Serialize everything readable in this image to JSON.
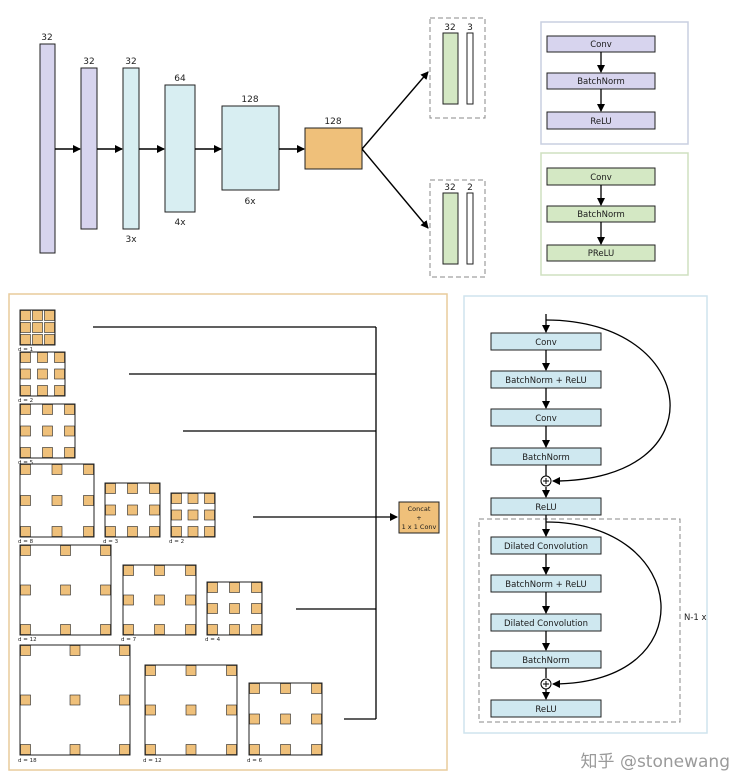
{
  "encoder": {
    "columns": [
      {
        "top": "32"
      },
      {
        "top": "32"
      },
      {
        "top": "32",
        "bottom": "3x"
      },
      {
        "top": "64",
        "bottom": "4x"
      },
      {
        "top": "128",
        "bottom": "6x"
      },
      {
        "top": "128"
      }
    ]
  },
  "heads": {
    "upper": {
      "a": "32",
      "b": "3"
    },
    "lower": {
      "a": "32",
      "b": "2"
    }
  },
  "legend_cbr": [
    "Conv",
    "BatchNorm",
    "ReLU"
  ],
  "legend_cbp": [
    "Conv",
    "BatchNorm",
    "PReLU"
  ],
  "dilation": {
    "row1": [
      "d = 1"
    ],
    "row2": [
      "d = 2"
    ],
    "row3": [
      "d = 5"
    ],
    "row4": [
      "d = 8",
      "d = 3",
      "d = 2"
    ],
    "row5": [
      "d = 12",
      "d = 7",
      "d = 4"
    ],
    "row6": [
      "d = 18",
      "d = 12",
      "d = 6"
    ],
    "concat": [
      "Concat",
      "+",
      "1 x 1 Conv"
    ]
  },
  "resblock": {
    "top": [
      "Conv",
      "BatchNorm + ReLU",
      "Conv",
      "BatchNorm"
    ],
    "relu1": "ReLU",
    "bottom": [
      "Dilated Convolution",
      "BatchNorm + ReLU",
      "Dilated Convolution",
      "BatchNorm"
    ],
    "relu2": "ReLU",
    "repeat": "N-1 x"
  },
  "watermark": "知乎 @stonewang",
  "colors": {
    "purple": "#d7d4ee",
    "cyan": "#d8eef2",
    "orange": "#efc07a",
    "green": "#d4e8c4",
    "resfill": "#cfe8f0",
    "panel_orange": "#e8cc9c",
    "panel_blue": "#cfe4ee"
  }
}
